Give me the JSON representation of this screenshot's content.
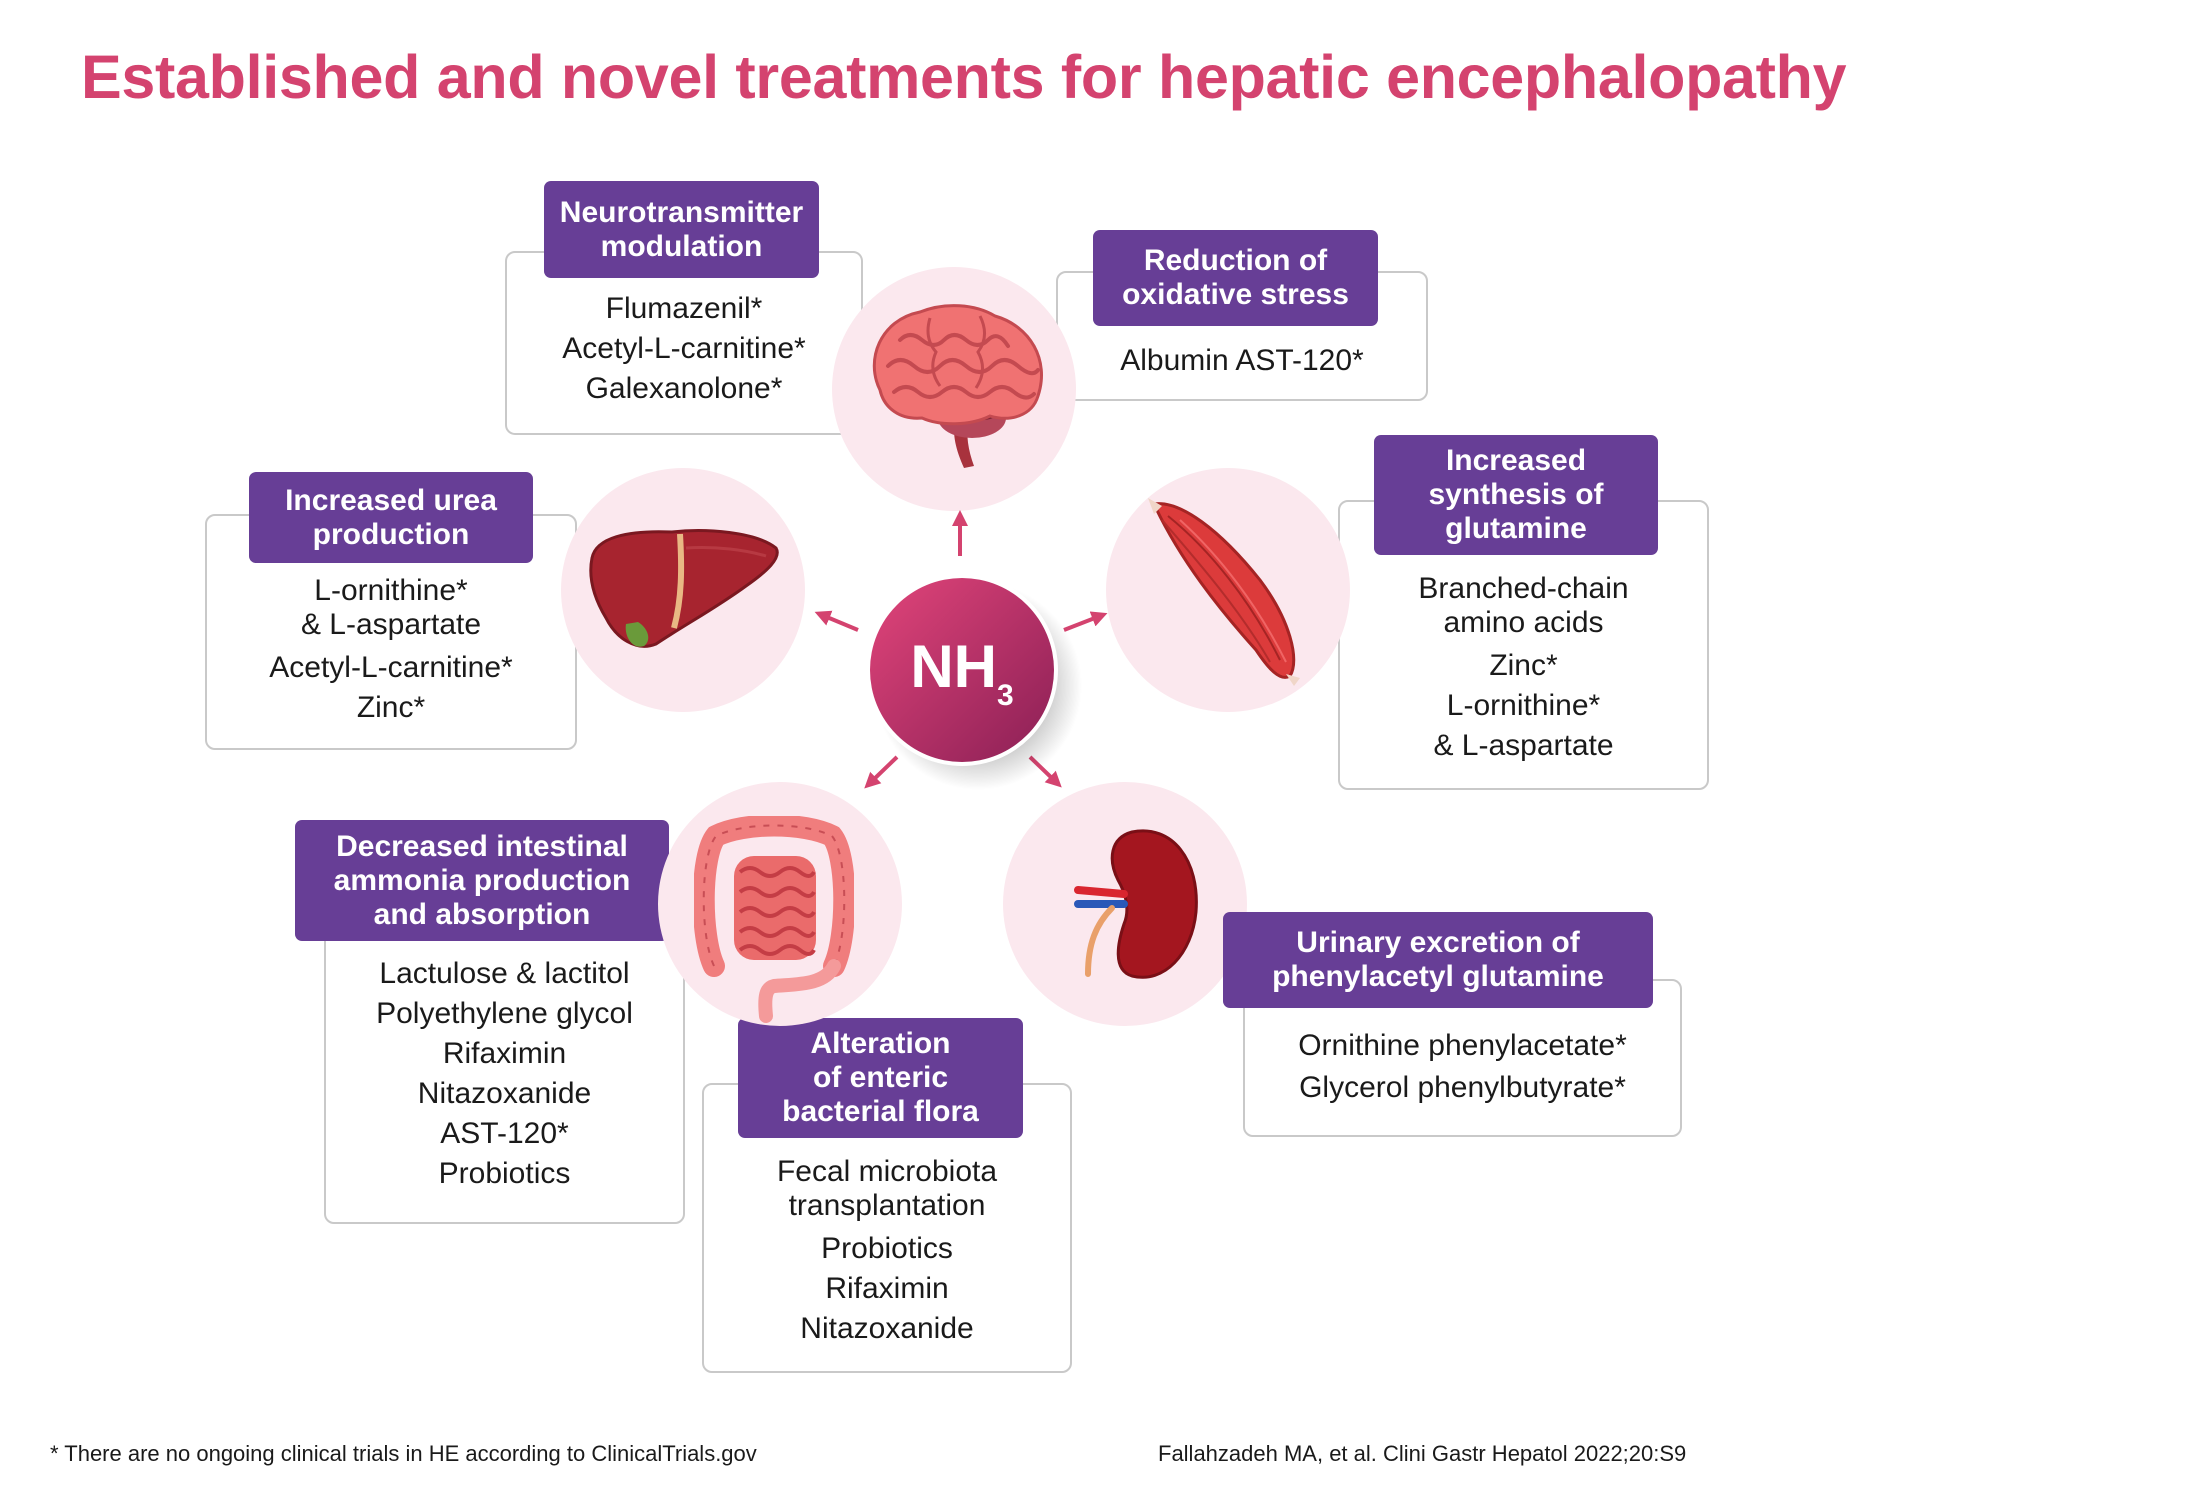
{
  "title": "Established and novel treatments for hepatic encephalopathy",
  "center": {
    "main": "NH",
    "sub": "3",
    "gradient_start": "#e2457a",
    "gradient_end": "#8a1f55"
  },
  "colors": {
    "title": "#d4436f",
    "label_bg": "#673e96",
    "arrow": "#d4436f",
    "circle_bg": "#fbe8ee"
  },
  "categories": {
    "neuro": {
      "label": [
        "Neurotransmitter",
        "modulation"
      ],
      "items": [
        "Flumazenil*",
        "Acetyl-L-carnitine*",
        "Galexanolone*"
      ],
      "icon": "brain-icon"
    },
    "oxidative": {
      "label": [
        "Reduction of",
        "oxidative stress"
      ],
      "items": [
        "Albumin AST-120*"
      ]
    },
    "urea": {
      "label": [
        "Increased urea",
        "production"
      ],
      "items": [
        "L-ornithine*",
        "& L-aspartate",
        "Acetyl-L-carnitine*",
        "Zinc*"
      ],
      "icon": "liver-icon"
    },
    "glutamine": {
      "label": [
        "Increased",
        "synthesis of",
        "glutamine"
      ],
      "items": [
        "Branched-chain",
        "amino acids",
        "Zinc*",
        "L-ornithine*",
        "& L-aspartate"
      ],
      "icon": "muscle-icon"
    },
    "intestinal": {
      "label": [
        "Decreased intestinal",
        "ammonia production",
        "and absorption"
      ],
      "items": [
        "Lactulose & lactitol",
        "Polyethylene glycol",
        "Rifaximin",
        "Nitazoxanide",
        "AST-120*",
        "Probiotics"
      ],
      "icon": "intestine-icon"
    },
    "flora": {
      "label": [
        "Alteration",
        "of enteric",
        "bacterial flora"
      ],
      "items": [
        "Fecal microbiota",
        "transplantation",
        "Probiotics",
        "Rifaximin",
        "Nitazoxanide"
      ]
    },
    "urinary": {
      "label": [
        "Urinary excretion of",
        "phenylacetyl glutamine"
      ],
      "items": [
        "Ornithine phenylacetate*",
        "Glycerol phenylbutyrate*"
      ],
      "icon": "kidney-icon"
    }
  },
  "footnote": "* There are no ongoing clinical trials in HE according to ClinicalTrials.gov",
  "citation": "Fallahzadeh MA, et al. Clini Gastr Hepatol 2022;20:S9"
}
